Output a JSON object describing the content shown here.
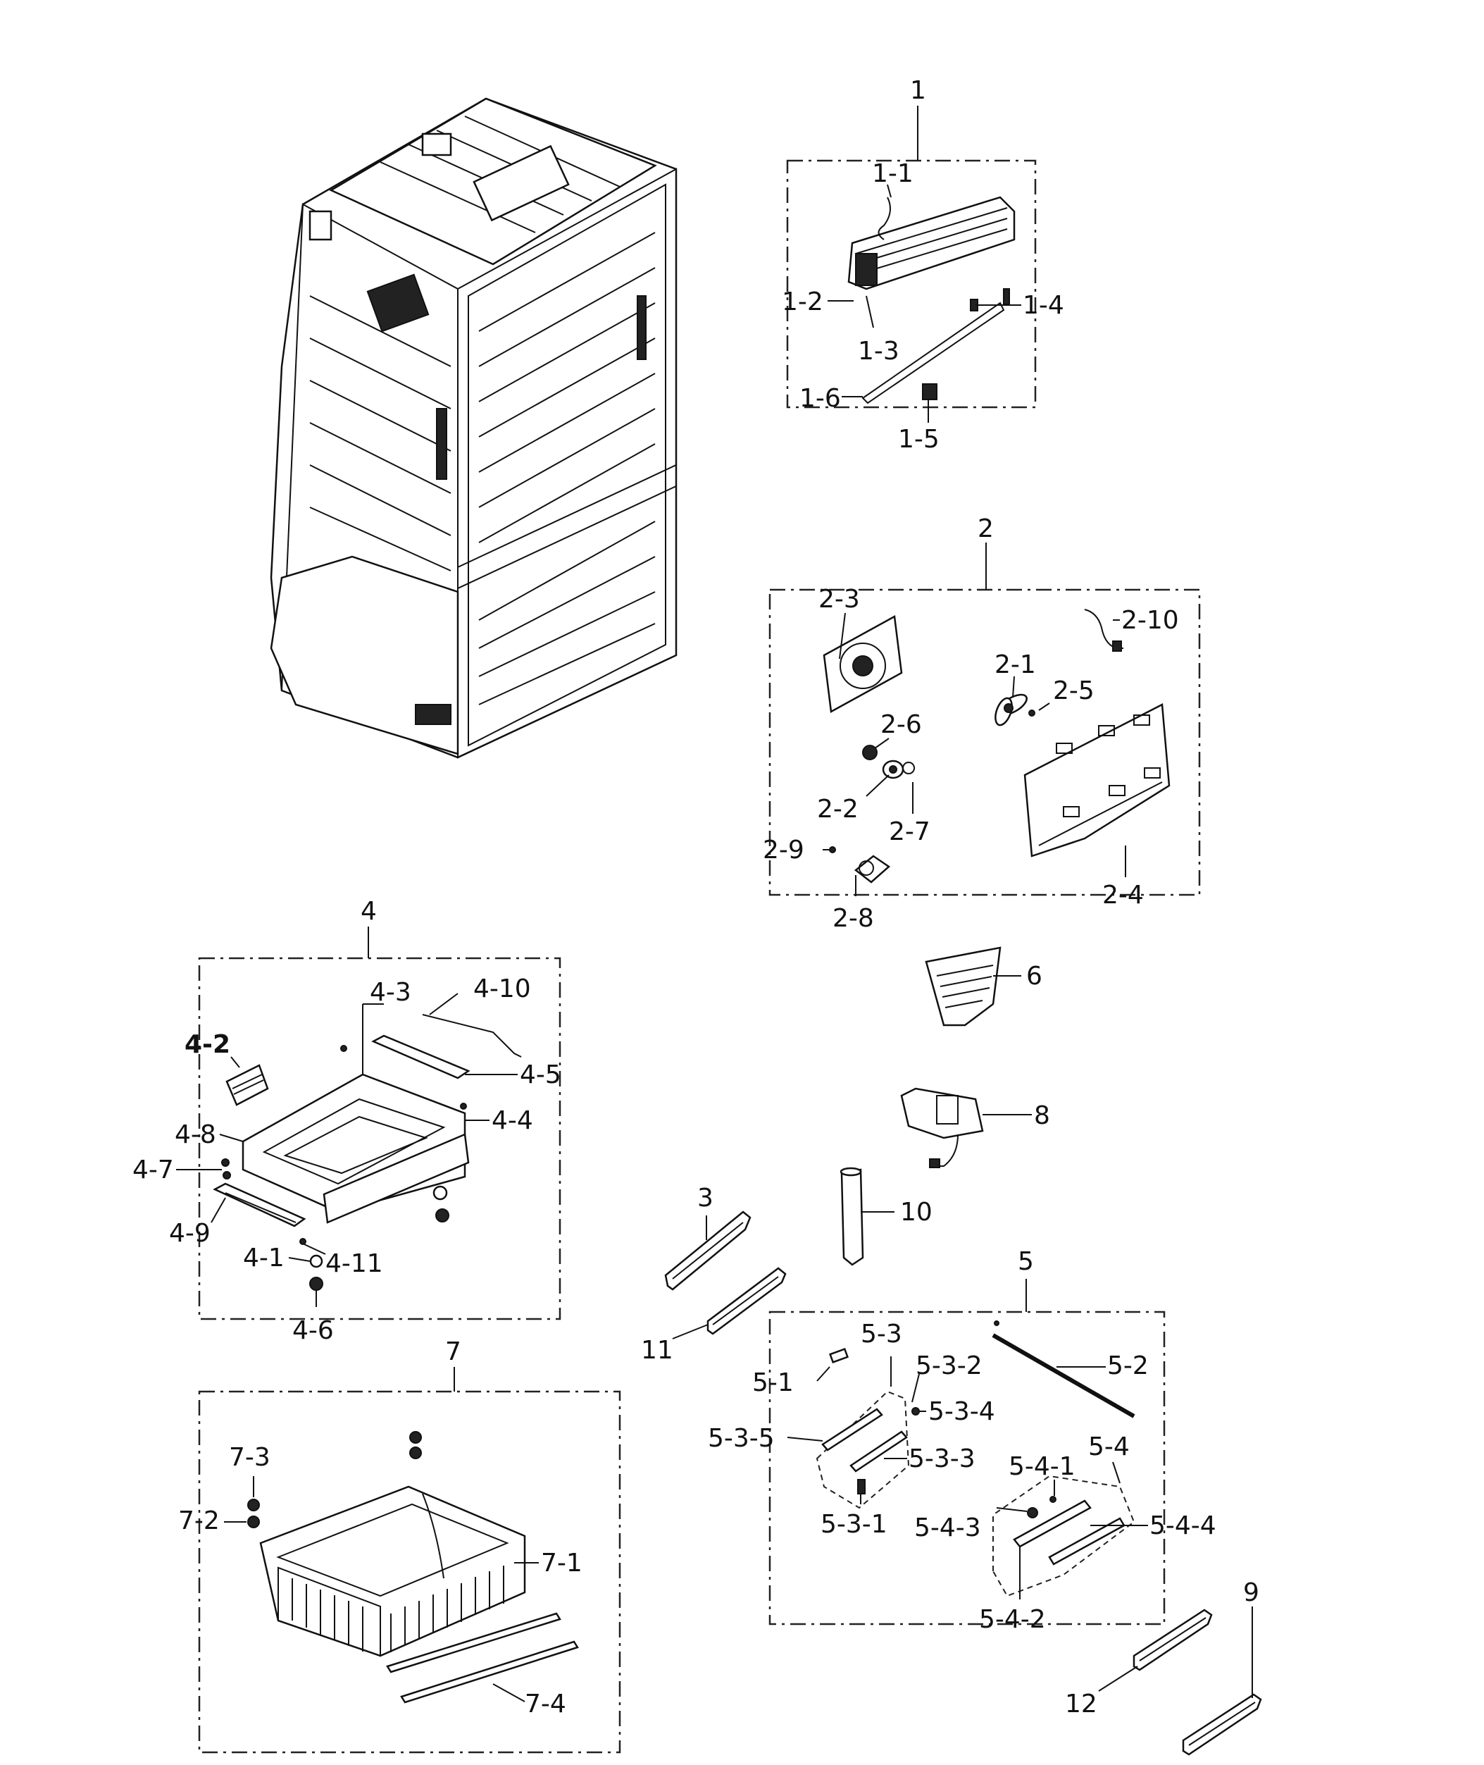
{
  "diagram": {
    "labels": {
      "g1": "1",
      "l1_1": "1-1",
      "l1_2": "1-2",
      "l1_3": "1-3",
      "l1_4": "1-4",
      "l1_5": "1-5",
      "l1_6": "1-6",
      "g2": "2",
      "l2_1": "2-1",
      "l2_2": "2-2",
      "l2_3": "2-3",
      "l2_4": "2-4",
      "l2_5": "2-5",
      "l2_6": "2-6",
      "l2_7": "2-7",
      "l2_8": "2-8",
      "l2_9": "2-9",
      "l2_10": "2-10",
      "p3": "3",
      "g4": "4",
      "l4_1": "4-1",
      "l4_2": "4-2",
      "l4_3": "4-3",
      "l4_4": "4-4",
      "l4_5": "4-5",
      "l4_6": "4-6",
      "l4_7": "4-7",
      "l4_8": "4-8",
      "l4_9": "4-9",
      "l4_10": "4-10",
      "l4_11": "4-11",
      "g5": "5",
      "l5_1": "5-1",
      "l5_2": "5-2",
      "l5_3": "5-3",
      "l5_3_1": "5-3-1",
      "l5_3_2": "5-3-2",
      "l5_3_3": "5-3-3",
      "l5_3_4": "5-3-4",
      "l5_3_5": "5-3-5",
      "l5_4": "5-4",
      "l5_4_1": "5-4-1",
      "l5_4_2": "5-4-2",
      "l5_4_3": "5-4-3",
      "l5_4_4": "5-4-4",
      "p6": "6",
      "g7": "7",
      "l7_1": "7-1",
      "l7_2": "7-2",
      "l7_3": "7-3",
      "l7_4": "7-4",
      "p8": "8",
      "p9": "9",
      "p10": "10",
      "p11": "11",
      "p12": "12"
    }
  }
}
